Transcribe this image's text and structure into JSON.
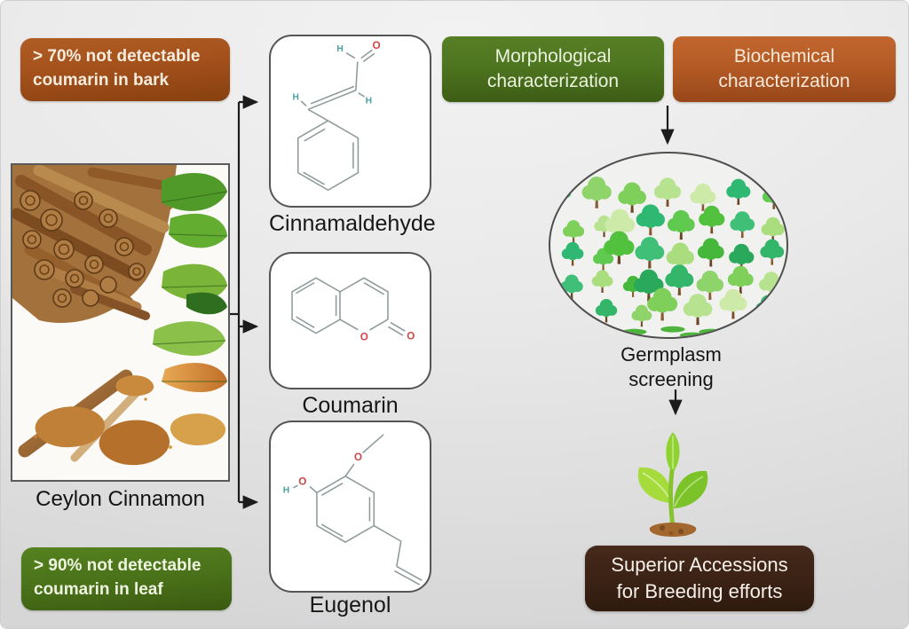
{
  "figure": {
    "callout_bark": {
      "line1": "> 70% not detectable",
      "line2": "coumarin in bark"
    },
    "callout_leaf": {
      "line1": "> 90% not detectable",
      "line2": "coumarin in leaf"
    },
    "photo_label": "Ceylon Cinnamon",
    "compounds": [
      {
        "name": "Cinnamaldehyde"
      },
      {
        "name": "Coumarin"
      },
      {
        "name": "Eugenol"
      }
    ],
    "flow": {
      "morphological": {
        "line1": "Morphological",
        "line2": "characterization"
      },
      "biochemical": {
        "line1": "Biochemical",
        "line2": "characterization"
      },
      "germplasm": {
        "line1": "Germplasm",
        "line2": "screening"
      },
      "superior": {
        "line1": "Superior Accessions",
        "line2": "for Breeding efforts"
      }
    },
    "atoms": {
      "oxygen": "O",
      "hydrogen": "H"
    },
    "colors": {
      "bark_box": "#a4511c",
      "leaf_box": "#4a721a",
      "morphological_box": "#4e7520",
      "biochemical_box": "#b45b25",
      "superior_box": "#3a2215",
      "arrow": "#1c1c1c",
      "oxygen_label": "#d04545",
      "hydrogen_label": "#4aa0a0",
      "bond": "#8f9b9b"
    }
  }
}
